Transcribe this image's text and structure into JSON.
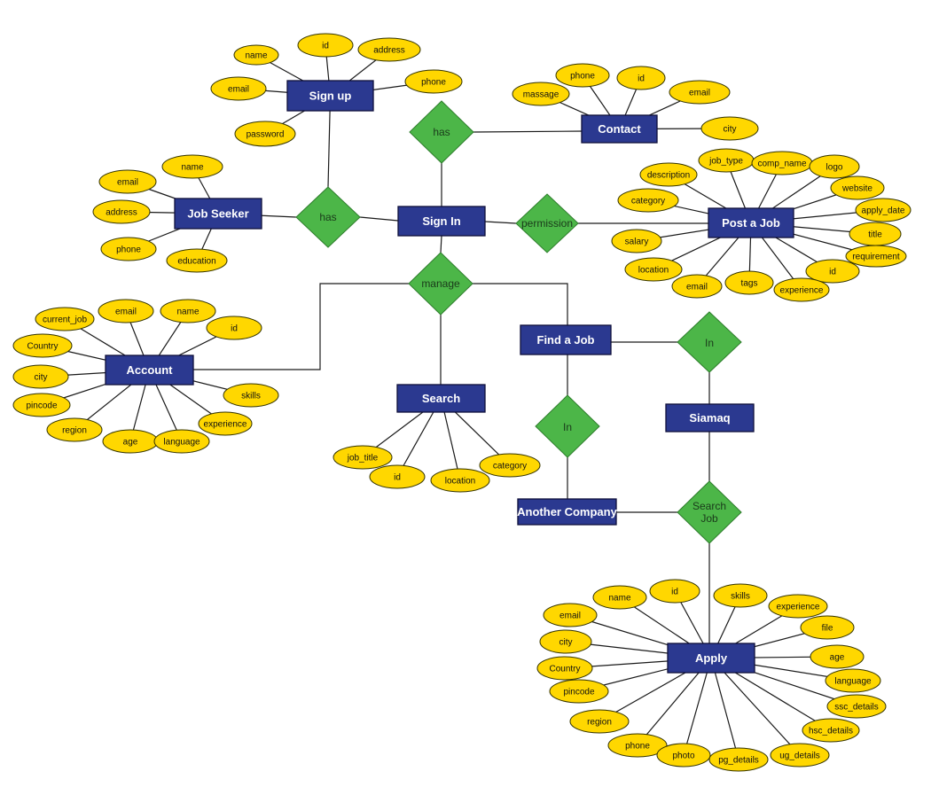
{
  "colors": {
    "entity": "#2b3990",
    "relationship": "#4cb648",
    "attribute": "#ffd700",
    "line": "#1a1a1a"
  },
  "entities": {
    "signup": "Sign up",
    "contact": "Contact",
    "jobseeker": "Job Seeker",
    "signin": "Sign In",
    "postjob": "Post a Job",
    "account": "Account",
    "findjob": "Find a Job",
    "search": "Search",
    "siamaq": "Siamaq",
    "anothercompany": "Another Company",
    "apply": "Apply"
  },
  "relationships": {
    "has_top": "has",
    "has_left": "has",
    "permission": "permission",
    "manage": "manage",
    "in_right": "In",
    "in_mid": "In",
    "search_job": [
      "Search",
      "Job"
    ]
  },
  "attributes": {
    "signup": [
      "name",
      "id",
      "address",
      "email",
      "phone",
      "password"
    ],
    "contact": [
      "massage",
      "phone",
      "id",
      "email",
      "city"
    ],
    "jobseeker": [
      "name",
      "email",
      "address",
      "phone",
      "education"
    ],
    "postjob": [
      "description",
      "job_type",
      "comp_name",
      "logo",
      "category",
      "website",
      "apply_date",
      "salary",
      "title",
      "requirement",
      "location",
      "email",
      "tags",
      "id",
      "experience"
    ],
    "account": [
      "current_job",
      "email",
      "name",
      "Country",
      "id",
      "city",
      "skills",
      "pincode",
      "experience",
      "region",
      "age",
      "language"
    ],
    "search": [
      "job_title",
      "id",
      "location",
      "category"
    ],
    "apply": [
      "name",
      "id",
      "skills",
      "email",
      "experience",
      "city",
      "file",
      "Country",
      "age",
      "pincode",
      "language",
      "region",
      "ssc_details",
      "hsc_details",
      "phone",
      "photo",
      "pg_details",
      "ug_details"
    ]
  }
}
